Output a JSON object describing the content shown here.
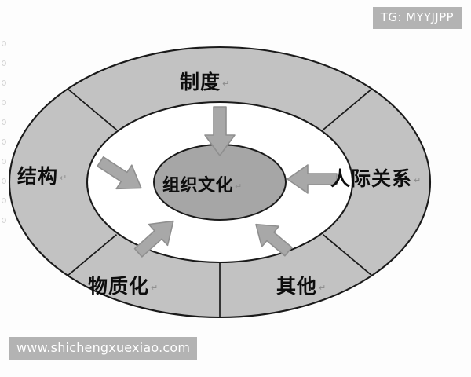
{
  "diagram": {
    "title_center": "组织文化",
    "center_mark": "↵",
    "segments": [
      {
        "id": "top",
        "label": "制度",
        "mark": "↵"
      },
      {
        "id": "left",
        "label": "结构",
        "mark": "↵"
      },
      {
        "id": "right",
        "label": "人际关系",
        "mark": "↵"
      },
      {
        "id": "bottom-left",
        "label": "物质化",
        "mark": "↵"
      },
      {
        "id": "bottom-right",
        "label": "其他",
        "mark": "↵"
      }
    ],
    "arrows": [
      {
        "id": "arrow-top",
        "direction": "down"
      },
      {
        "id": "arrow-left",
        "direction": "down-right"
      },
      {
        "id": "arrow-right",
        "direction": "left"
      },
      {
        "id": "arrow-bottom-left",
        "direction": "up-right"
      },
      {
        "id": "arrow-bottom-right",
        "direction": "up-left"
      }
    ],
    "colors": {
      "ring_fill": "#c2c2c2",
      "inner_fill": "#ffffff",
      "center_fill": "#a6a6a6",
      "outline": "#1a1a1a",
      "arrow_fill": "#a8a8a8",
      "arrow_stroke": "#8f8f8f",
      "background": "#fdfdfd",
      "watermark_bg": "#b3b3b3",
      "watermark_text": "#ffffff"
    }
  },
  "watermarks": {
    "tg_badge": "TG: MYYJJPP",
    "site": "www.shichengxuexiao.com"
  }
}
